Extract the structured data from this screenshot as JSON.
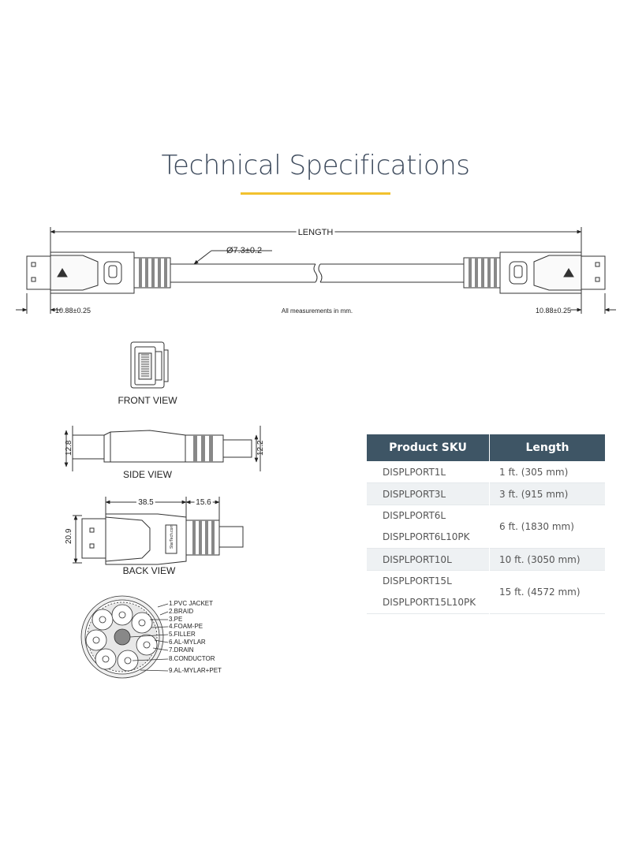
{
  "title": "Technical Specifications",
  "colors": {
    "accent": "#f2c12e",
    "header_bg": "#3e5565",
    "title": "#3d4a5c",
    "row_alt": "#eef1f3"
  },
  "cable_diagram": {
    "length_label": "LENGTH",
    "diameter_label": "Ø7.3±0.2",
    "left_dim": "10.88±0.25",
    "right_dim": "10.88±0.25",
    "note": "All measurements in mm."
  },
  "views": {
    "front_view": "FRONT VIEW",
    "side_view": "SIDE VIEW",
    "side_left_dim": "12.8",
    "side_right_dim": "12.2",
    "back_view": "BACK VIEW",
    "back_dim_length": "38.5",
    "back_dim_tail": "15.6",
    "back_dim_height": "20.9",
    "brand_mark": "StarTech.com"
  },
  "cross_section": {
    "labels": [
      "1.PVC JACKET",
      "2.BRAID",
      "3.PE",
      "4.FOAM-PE",
      "5.FILLER",
      "6.AL-MYLAR",
      "7.DRAIN",
      "8.CONDUCTOR",
      "9.AL-MYLAR+PET"
    ]
  },
  "table": {
    "headers": [
      "Product SKU",
      "Length"
    ],
    "rows": [
      {
        "skus": [
          "DISPLPORT1L"
        ],
        "length": "1 ft. (305 mm)"
      },
      {
        "skus": [
          "DISPLPORT3L"
        ],
        "length": "3 ft. (915 mm)"
      },
      {
        "skus": [
          "DISPLPORT6L",
          "DISPLPORT6L10PK"
        ],
        "length": "6 ft. (1830 mm)"
      },
      {
        "skus": [
          "DISPLPORT10L"
        ],
        "length": "10 ft. (3050 mm)"
      },
      {
        "skus": [
          "DISPLPORT15L",
          "DISPLPORT15L10PK"
        ],
        "length": "15 ft. (4572 mm)"
      }
    ]
  }
}
